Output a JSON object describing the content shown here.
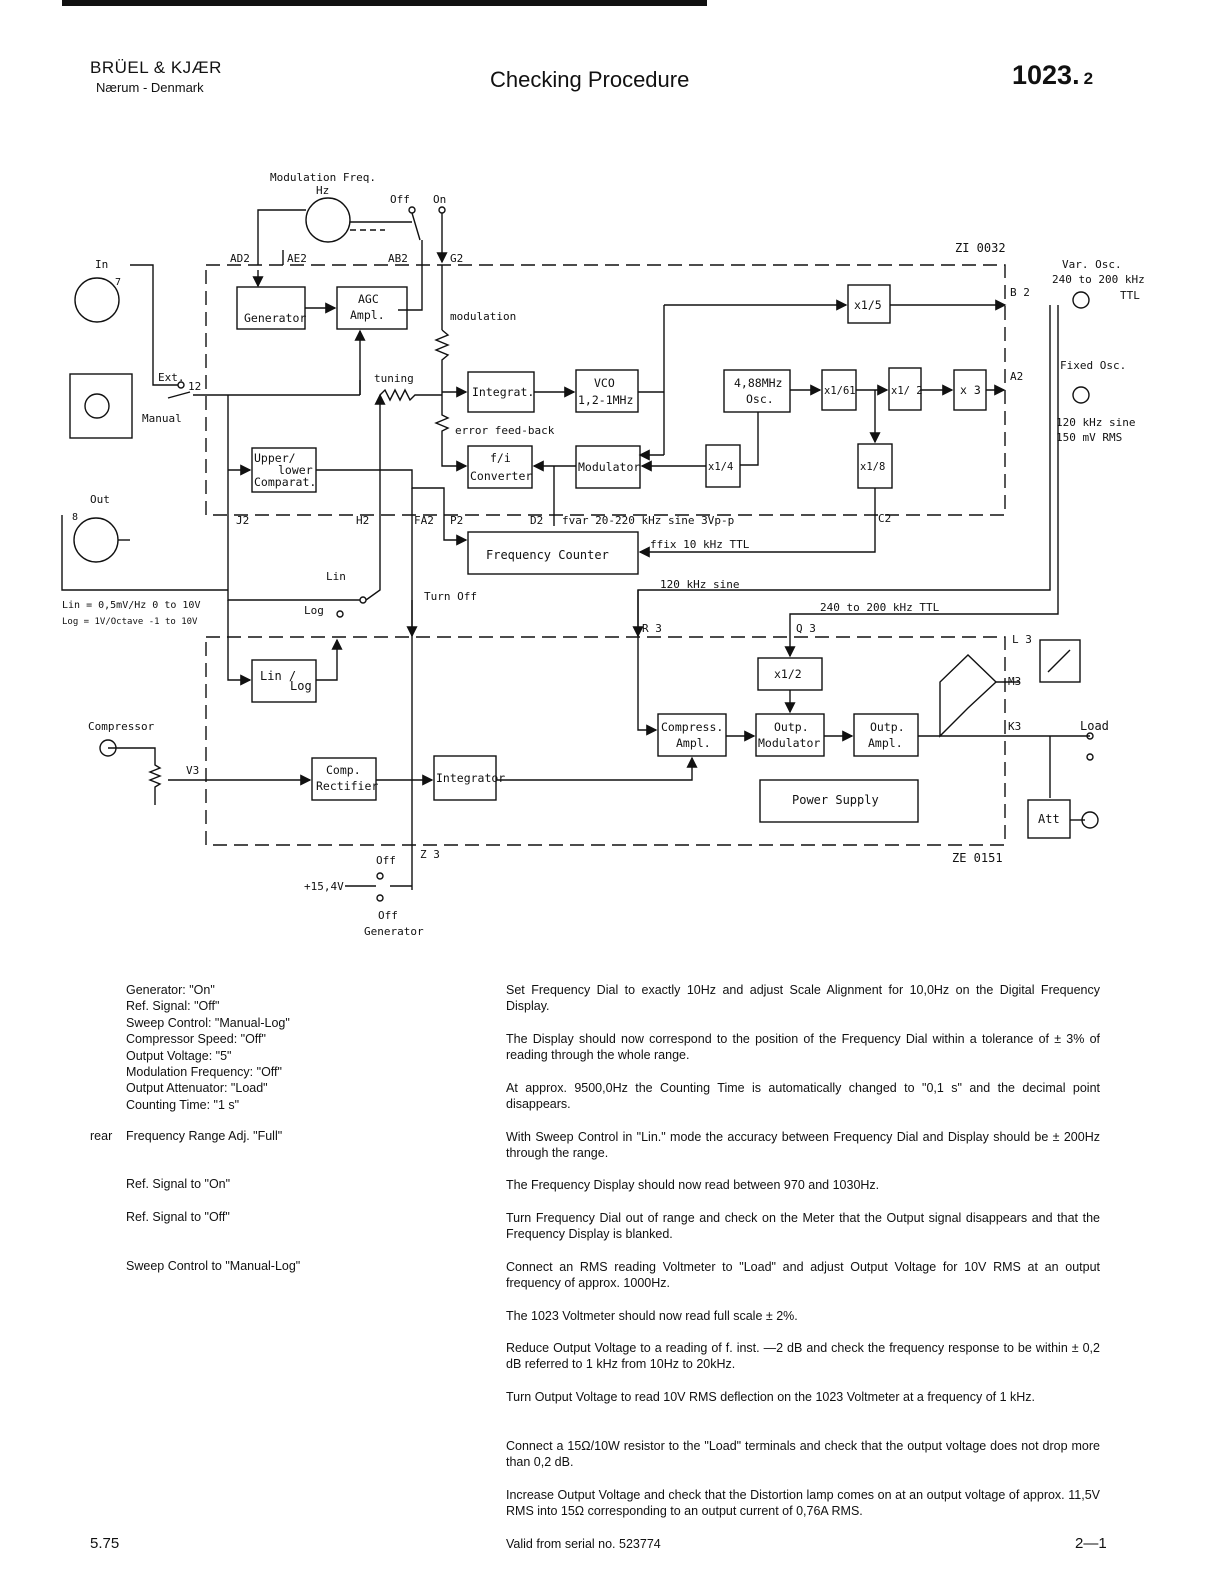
{
  "header": {
    "brand": "BRÜEL & KJÆR",
    "brand_location": "Nærum - Denmark",
    "title": "Checking Procedure",
    "doc_number": "1023.",
    "doc_page": "2"
  },
  "diagram": {
    "boxes": {
      "generator": "Generator",
      "agc_1": "AGC",
      "agc_2": "Ampl.",
      "integrat": "Integrat.",
      "vco_1": "VCO",
      "vco_2": "1,2-1MHz",
      "osc_1": "4,88MHz",
      "osc_2": "Osc.",
      "div61": "x1/61",
      "div2a": "x1/ 2",
      "mul3": "x 3",
      "div5": "x1/5",
      "upper_1": "Upper/",
      "upper_2": "lower",
      "upper_3": "Comparat.",
      "fi_1": "f/i",
      "fi_2": "Converter",
      "modulator": "Modulator",
      "div4": "x1/4",
      "div8": "x1/8",
      "freq_counter": "Frequency  Counter",
      "linlog_1": "Lin /",
      "linlog_2": "Log",
      "div2b": "x1/2",
      "compress_1": "Compress.",
      "compress_2": "Ampl.",
      "outmod_1": "Outp.",
      "outmod_2": "Modulator",
      "outampl_1": "Outp.",
      "outampl_2": "Ampl.",
      "comp_rect_1": "Comp.",
      "comp_rect_2": "Rectifier",
      "integrator": "Integrator",
      "power_supply": "Power Supply",
      "att": "Att"
    },
    "labels": {
      "mod_freq_1": "Modulation Freq.",
      "mod_freq_2": "Hz",
      "off_top": "Off",
      "on_top": "On",
      "ad2": "AD2",
      "ae2": "AE2",
      "ab2": "AB2",
      "g2": "G2",
      "zi": "ZI 0032",
      "in": "In",
      "ext": "Ext.",
      "n12": "12",
      "manual": "Manual",
      "modulation": "modulation",
      "tuning": "tuning",
      "error_fb": "error feed-back",
      "b2": "B 2",
      "a2": "A2",
      "c2": "C2",
      "var_osc_1": "Var. Osc.",
      "var_osc_2": "240 to 200 kHz",
      "var_osc_3": "TTL",
      "fixed_osc": "Fixed Osc.",
      "fixed_1": "120 kHz sine",
      "fixed_2": "150 mV RMS",
      "out": "Out",
      "pin8": "8",
      "pin7": "7",
      "j2": "J2",
      "h2": "H2",
      "fa2": "FA2",
      "p2": "P2",
      "d2": "D2",
      "fvar": "fvar 20-220 kHz sine 3Vp-p",
      "ffix": "ffix 10 kHz TTL",
      "lin": "Lin",
      "log": "Log",
      "lin_spec": "Lin = 0,5mV/Hz  0 to 10V",
      "log_spec": "Log = 1V/Octave -1 to 10V",
      "turn_off": "Turn Off",
      "sine120": "120 kHz sine",
      "ttl240": "240 to 200 kHz TTL",
      "r3": "R 3",
      "q3": "Q 3",
      "l3": "L 3",
      "m3": "M3",
      "k3": "K3",
      "load": "Load",
      "compressor": "Compressor",
      "v3": "V3",
      "z3": "Z 3",
      "ze": "ZE 0151",
      "off_bot": "Off",
      "supply": "+15,4V",
      "off_gen_1": "Off",
      "off_gen_2": "Generator"
    }
  },
  "settings": [
    "Generator: \"On\"",
    "Ref. Signal: \"Off\"",
    "Sweep Control: \"Manual-Log\"",
    "Compressor Speed: \"Off\"",
    "Output Voltage: \"5\"",
    "Modulation Frequency: \"Off\"",
    "Output Attenuator: \"Load\"",
    "Counting Time: \"1 s\""
  ],
  "rear": {
    "label": "rear",
    "text": "Frequency Range Adj. \"Full\""
  },
  "steps_left": {
    "ref_on": "Ref. Signal to \"On\"",
    "ref_off": "Ref. Signal to \"Off\"",
    "sweep": "Sweep Control to \"Manual-Log\""
  },
  "paragraphs": [
    "Set Frequency Dial to exactly 10Hz and adjust Scale Alignment for 10,0Hz on the Digital Frequency Display.",
    "The Display should now correspond to the position of the Frequency Dial within a tolerance of ± 3% of reading through the whole range.",
    "At approx. 9500,0Hz the Counting Time is automatically changed to \"0,1 s\" and the decimal point disappears.",
    "With Sweep Control in \"Lin.\" mode the accuracy between Frequency Dial and Display should be ± 200Hz through the range.",
    "The Frequency Display should now read between 970 and 1030Hz.",
    "Turn Frequency Dial out of range and check on the Meter that the Output signal disappears and that the Frequency Display is blanked.",
    "Connect an RMS reading Voltmeter to \"Load\" and adjust Output Voltage for 10V RMS at an output frequency of approx. 1000Hz.",
    "The 1023 Voltmeter should now read full scale ± 2%.",
    "Reduce Output Voltage to a reading of f. inst. —2 dB and check the frequency response to be within ± 0,2 dB referred to 1 kHz from 10Hz to 20kHz.",
    "Turn Output Voltage to read 10V RMS deflection on the 1023 Voltmeter at a frequency of 1 kHz.",
    "Connect a 15Ω/10W resistor to the \"Load\" terminals and check that the output voltage does not drop more than 0,2 dB.",
    "Increase Output Voltage and check that the Distortion lamp comes on at an output voltage of approx. 11,5V RMS into 15Ω corresponding to an output current of 0,76A RMS."
  ],
  "footer": {
    "left": "5.75",
    "middle": "Valid from serial no. 523774",
    "right": "2—1"
  }
}
